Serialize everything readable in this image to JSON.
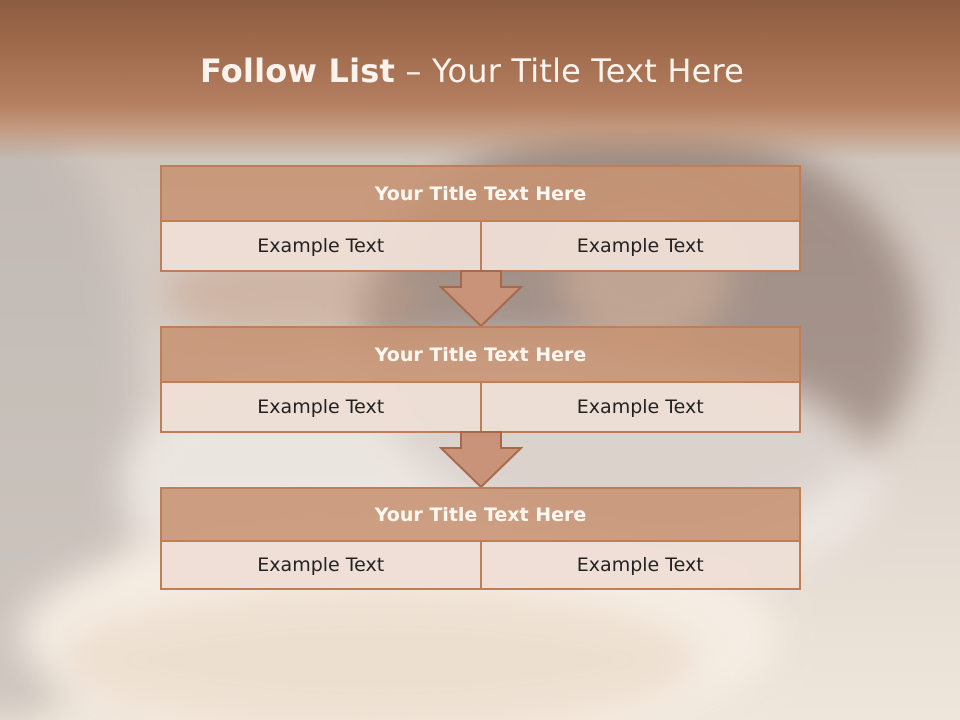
{
  "title": {
    "bold": "Follow List",
    "rest": " – Your Title Text Here"
  },
  "blocks": [
    {
      "title": "Your Title Text Here",
      "left": "Example Text",
      "right": "Example Text"
    },
    {
      "title": "Your Title Text Here",
      "left": "Example Text",
      "right": "Example Text"
    },
    {
      "title": "Your Title Text Here",
      "left": "Example Text",
      "right": "Example Text"
    }
  ],
  "colors": {
    "accent": "#c7936f",
    "border": "#bf7e58",
    "header_top": "#8d5d41"
  }
}
